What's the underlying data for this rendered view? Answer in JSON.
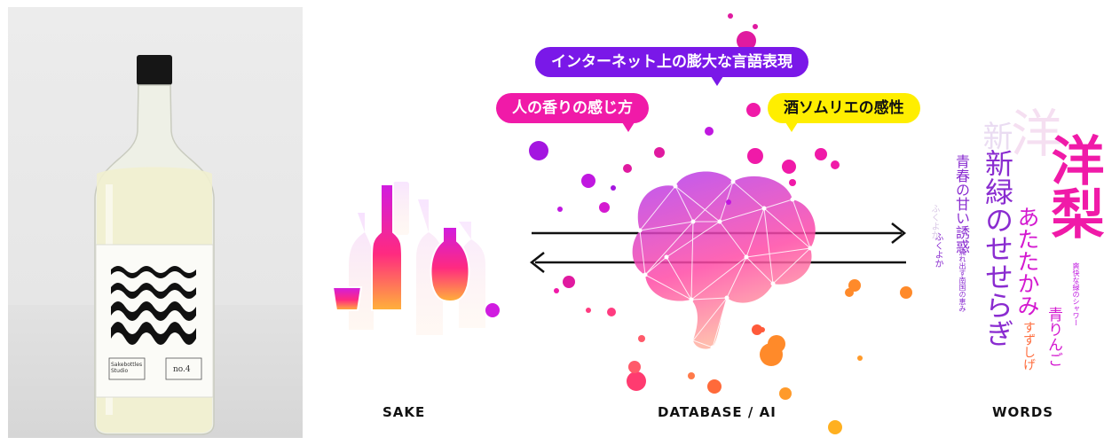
{
  "photo": {
    "label_maker": "Sakebottles Studio",
    "label_number": "no.4"
  },
  "bubbles": {
    "internet": "インターネット上の膨大な言語表現",
    "human": "人の香りの感じ方",
    "sommelier": "酒ソムリエの感性"
  },
  "sections": {
    "sake": "SAKE",
    "database": "DATABASE / AI",
    "words": "WORDS"
  },
  "words": {
    "youri": "洋梨",
    "shinryoku": "新緑のせせらぎ",
    "atatakami": "あたたかみ",
    "seishun": "青春の甘い誘惑",
    "aoringo": "青りんご",
    "suzushige": "すずしげ",
    "fukuyoka": "ふくよか",
    "nagaredasu": "流れ出す南国の恵み",
    "soukai": "爽快な緑のシャワー",
    "ghost_shin": "新",
    "ghost_you": "洋",
    "ghost_small": "ふくよか"
  },
  "colors": {
    "purple": "#7a18e8",
    "pink": "#f01aa8",
    "yellow": "#ffee00",
    "orange": "#ff8a2a"
  }
}
